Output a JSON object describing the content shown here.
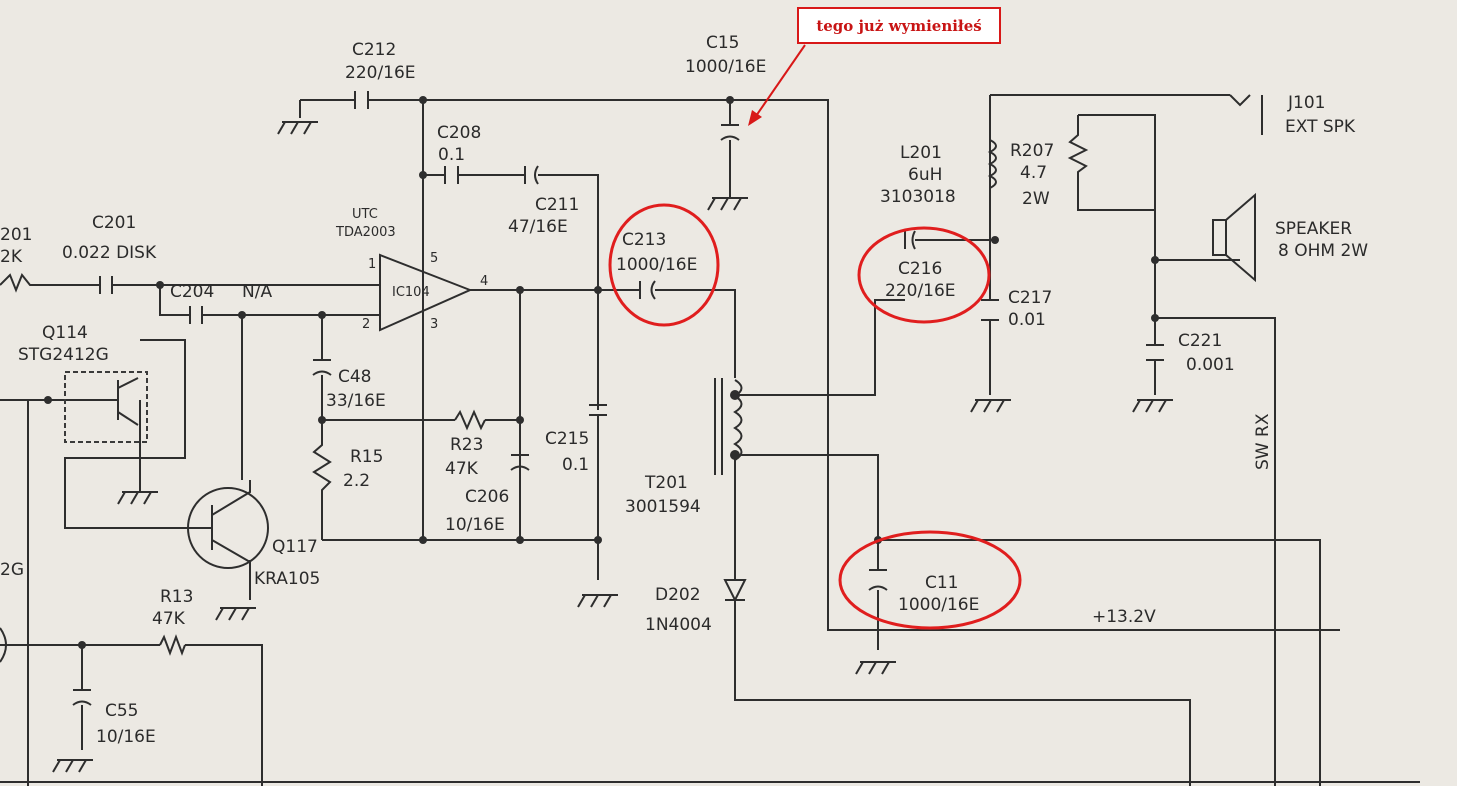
{
  "annotation": {
    "note": "tego już wymieniłeś",
    "color": "#d81818"
  },
  "components": {
    "c212": {
      "ref": "C212",
      "value": "220/16E"
    },
    "c15": {
      "ref": "C15",
      "value": "1000/16E"
    },
    "c208": {
      "ref": "C208",
      "value": "0.1"
    },
    "c211": {
      "ref": "C211",
      "value": "47/16E"
    },
    "c201": {
      "ref": "C201",
      "value": "0.022  DISK"
    },
    "r201": {
      "ref": "201",
      "value": "2K"
    },
    "c204": {
      "ref": "C204",
      "value": "N/A"
    },
    "ic104": {
      "type": "UTC",
      "part": "TDA2003",
      "ref": "IC104",
      "pins": [
        "1",
        "2",
        "3",
        "4",
        "5"
      ]
    },
    "c213": {
      "ref": "C213",
      "value": "1000/16E"
    },
    "l201": {
      "ref": "L201",
      "value": "6uH",
      "part": "3103018"
    },
    "r207": {
      "ref": "R207",
      "value": "4.7",
      "rating": "2W"
    },
    "j101": {
      "ref": "J101",
      "label": "EXT  SPK"
    },
    "speaker": {
      "label": "SPEAKER",
      "spec": "8  OHM  2W"
    },
    "c216": {
      "ref": "C216",
      "value": "220/16E"
    },
    "c217": {
      "ref": "C217",
      "value": "0.01"
    },
    "c221": {
      "ref": "C221",
      "value": "0.001"
    },
    "q114": {
      "ref": "Q114",
      "part": "STG2412G"
    },
    "c48": {
      "ref": "C48",
      "value": "33/16E"
    },
    "r15": {
      "ref": "R15",
      "value": "2.2"
    },
    "r23": {
      "ref": "R23",
      "value": "47K"
    },
    "c206": {
      "ref": "C206",
      "value": "10/16E"
    },
    "c215": {
      "ref": "C215",
      "value": "0.1"
    },
    "t201": {
      "ref": "T201",
      "part": "3001594"
    },
    "sw_rx": {
      "label": "SW  RX"
    },
    "q117": {
      "ref": "Q117",
      "part": "KRA105"
    },
    "left_2g": {
      "label": "2G"
    },
    "r13": {
      "ref": "R13",
      "value": "47K"
    },
    "d202": {
      "ref": "D202",
      "part": "1N4004"
    },
    "c11": {
      "ref": "C11",
      "value": "1000/16E"
    },
    "supply": {
      "label": "+13.2V"
    },
    "c55": {
      "ref": "C55",
      "value": "10/16E"
    }
  }
}
